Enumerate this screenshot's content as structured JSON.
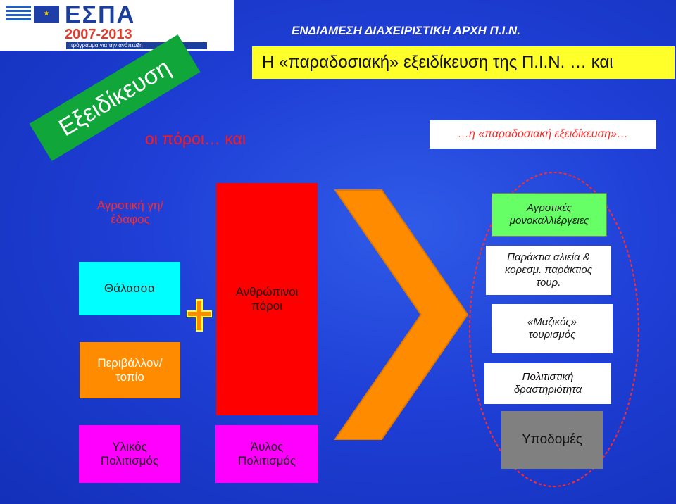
{
  "logo": {
    "word": "ΕΣΠΑ",
    "years": "2007-2013",
    "subtitle": "πρόγραμμα για την ανάπτυξη",
    "eu_icon": "eu-flag-icon",
    "greek_flag_icon": "greek-flag-icon"
  },
  "header": {
    "title": "ΕΝΔΙΑΜΕΣΗ ΔΙΑΧΕΙΡΙΣΤΙΚΗ ΑΡΧΗ Π.Ι.Ν.",
    "banner": "Η «παραδοσιακή» εξειδίκευση της Π.Ι.Ν. … και",
    "tag": "Εξειδίκευση"
  },
  "labels": {
    "resources": "οι πόροι… και",
    "tradition": "…η «παραδοσιακή εξειδίκευση»…"
  },
  "resources": {
    "land_line1": "Αγροτική γη/",
    "land_line2": "έδαφος",
    "sea": "Θάλασσα",
    "env_line1": "Περιβάλλον/",
    "env_line2": "τοπίο",
    "human_line1": "Ανθρώπινοι",
    "human_line2": "πόροι",
    "material_line1": "Υλικός",
    "material_line2": "Πολιτισμός",
    "intangible_line1": "Άυλος",
    "intangible_line2": "Πολιτισμός"
  },
  "outcomes": {
    "monocult_line1": "Αγροτικές",
    "monocult_line2": "μονοκαλλιέργειες",
    "fishing_line1": "Παράκτια αλιεία &",
    "fishing_line2": "κορεσμ. παράκτιος",
    "fishing_line3": "τουρ.",
    "mass_line1": "«Μαζικός»",
    "mass_line2": "τουρισμός",
    "culture_line1": "Πολιτιστική",
    "culture_line2": "δραστηριότητα",
    "infra": "Υποδομές"
  },
  "colors": {
    "background": "#1f3fd6",
    "yellow": "#ffff2a",
    "green": "#11a63a",
    "red": "#ff0000",
    "cyan": "#00ffff",
    "orange": "#ff8c00",
    "magenta": "#ff00ff",
    "light_green": "#66ff66",
    "gray": "#808080"
  }
}
